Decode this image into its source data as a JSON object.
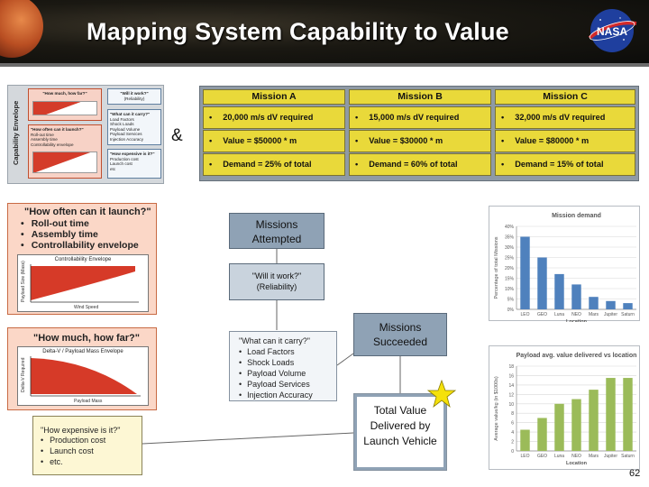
{
  "header": {
    "title": "Mapping System Capability to Value",
    "logo_text": "NASA"
  },
  "capability_thumb": {
    "side_label": "Capability Envelope",
    "boxes": [
      {
        "heading": "\"How much, how far?\""
      },
      {
        "heading": "\"Will it work?\"",
        "sub": "(Reliability)"
      },
      {
        "heading": "\"What can it carry?\"",
        "items": [
          "Load Factors",
          "Shock Loads",
          "Payload Volume",
          "Payload Services",
          "Injection Accuracy"
        ]
      },
      {
        "heading": "\"How often can it launch?\"",
        "items": [
          "Roll-out time",
          "Assembly time",
          "Controllability envelope"
        ]
      },
      {
        "heading": "\"How expensive is it?\"",
        "items": [
          "Production cost",
          "Launch cost",
          "etc"
        ]
      }
    ]
  },
  "ampersand": "&",
  "missions": [
    {
      "name": "Mission A",
      "dv": "20,000 m/s dV required",
      "value": "Value = $50000 * m",
      "demand": "Demand = 25% of total"
    },
    {
      "name": "Mission B",
      "dv": "15,000 m/s dV required",
      "value": "Value = $30000 * m",
      "demand": "Demand = 60% of total"
    },
    {
      "name": "Mission C",
      "dv": "32,000 m/s dV required",
      "value": "Value = $80000 * m",
      "demand": "Demand = 15% of total"
    }
  ],
  "launch_panel": {
    "heading": "\"How often can it launch?\"",
    "items": [
      "Roll-out time",
      "Assembly time",
      "Controllability envelope"
    ],
    "chart_title": "Controllability Envelope",
    "chart_ylabel": "Payload Size (Mass)",
    "chart_xlabel": "Wind Speed"
  },
  "payload_panel": {
    "heading": "\"How much, how far?\"",
    "chart_title": "Delta-V / Payload Mass Envelope",
    "chart_ylabel": "Delta-V Required",
    "chart_xlabel": "Payload Mass"
  },
  "cost_box": {
    "heading": "\"How expensive is it?\"",
    "items": [
      "Production cost",
      "Launch cost",
      "etc."
    ]
  },
  "flow": {
    "attempted": "Missions Attempted",
    "reliability_q": "\"Will it work?\"",
    "reliability": "(Reliability)",
    "carry_heading": "\"What can it carry?\"",
    "carry_items": [
      "Load Factors",
      "Shock Loads",
      "Payload Volume",
      "Payload Services",
      "Injection Accuracy"
    ],
    "succeeded": "Missions Succeeded",
    "total_value": "Total Value Delivered by Launch Vehicle"
  },
  "chart_data": [
    {
      "type": "bar",
      "title": "Mission demand",
      "xlabel": "Location",
      "ylabel": "Percentage of total Missions",
      "categories": [
        "LEO",
        "GEO",
        "Luna",
        "NEO",
        "Mars",
        "Jupiter",
        "Saturn"
      ],
      "values": [
        35,
        25,
        17,
        12,
        6,
        4,
        3
      ],
      "ylim": [
        0,
        40
      ],
      "yticks": [
        "0%",
        "5%",
        "10%",
        "15%",
        "20%",
        "25%",
        "30%",
        "35%",
        "40%"
      ],
      "bar_color": "#4f81bd",
      "grid": true
    },
    {
      "type": "bar",
      "title": "Payload avg. value delivered vs location",
      "xlabel": "Location",
      "ylabel": "Average value/kg (in $1000s)",
      "categories": [
        "LEO",
        "GEO",
        "Luna",
        "NEO",
        "Mars",
        "Jupiter",
        "Saturn"
      ],
      "values": [
        4.5,
        7,
        10,
        11,
        13,
        15.5,
        15.5
      ],
      "ylim": [
        0,
        18
      ],
      "yticks": [
        "0",
        "2",
        "4",
        "6",
        "8",
        "10",
        "12",
        "14",
        "16",
        "18"
      ],
      "bar_color": "#9bbb59",
      "grid": true
    }
  ],
  "page_number": "62",
  "colors": {
    "mission_yellow": "#e9d93a",
    "panel_orange": "#fbd7c7",
    "flow_blue": "#8fa2b5",
    "star": "#f5e10a"
  }
}
